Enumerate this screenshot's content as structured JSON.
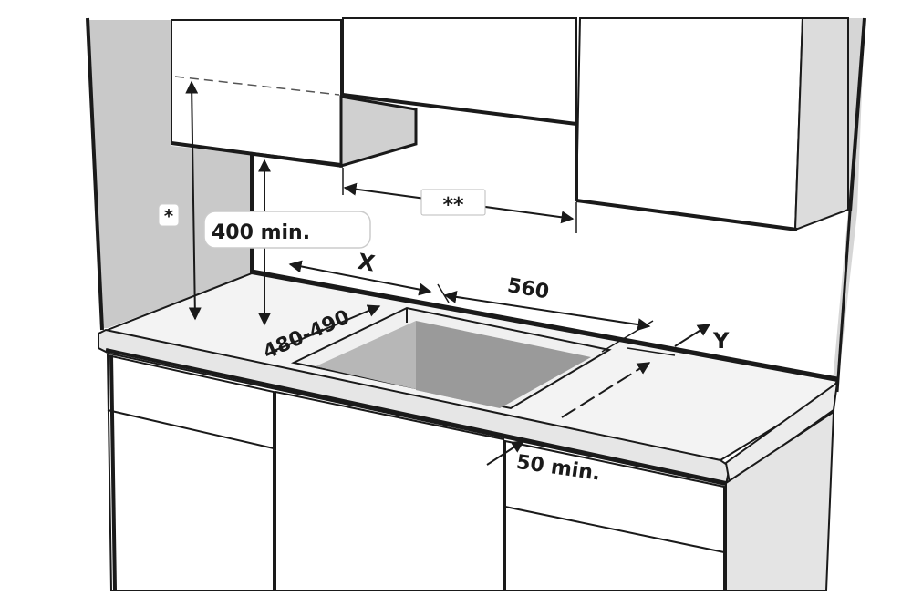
{
  "diagram": {
    "labels": {
      "asterisk_single": "*",
      "asterisk_double": "**",
      "min_height": "400 min.",
      "x": "X",
      "width": "560",
      "depth": "480-490",
      "y": "Y",
      "min_front": "50 min."
    },
    "colors": {
      "wall": "#c9c9c9",
      "wall_shadow": "#d6d6d6",
      "cabinet": "#ffffff",
      "counter_top": "#f3f3f3",
      "counter_edge": "#e6e6e6",
      "cutout": "#a6a6a6",
      "line": "#1a1a1a"
    }
  }
}
